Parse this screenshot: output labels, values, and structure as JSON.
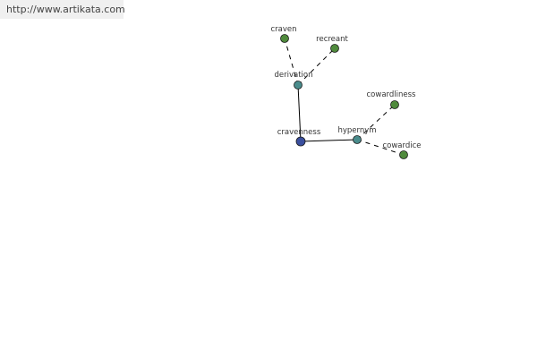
{
  "site_url": "http://www.artikata.com",
  "colors": {
    "center": "#3a4f9e",
    "relation": "#4a8c8c",
    "word": "#4f8a3c",
    "edge": "#000000"
  },
  "graph": {
    "nodes": [
      {
        "id": "cravenness",
        "label": "cravenness",
        "kind": "center"
      },
      {
        "id": "derivation",
        "label": "derivation",
        "kind": "relation"
      },
      {
        "id": "hypernym",
        "label": "hypernym",
        "kind": "relation"
      },
      {
        "id": "craven",
        "label": "craven",
        "kind": "word"
      },
      {
        "id": "recreant",
        "label": "recreant",
        "kind": "word"
      },
      {
        "id": "cowardliness",
        "label": "cowardliness",
        "kind": "word"
      },
      {
        "id": "cowardice",
        "label": "cowardice",
        "kind": "word"
      }
    ],
    "edges": [
      {
        "from": "cravenness",
        "to": "derivation",
        "style": "solid"
      },
      {
        "from": "cravenness",
        "to": "hypernym",
        "style": "solid"
      },
      {
        "from": "derivation",
        "to": "craven",
        "style": "dashed"
      },
      {
        "from": "derivation",
        "to": "recreant",
        "style": "dashed"
      },
      {
        "from": "hypernym",
        "to": "cowardliness",
        "style": "dashed"
      },
      {
        "from": "hypernym",
        "to": "cowardice",
        "style": "dashed"
      }
    ]
  }
}
